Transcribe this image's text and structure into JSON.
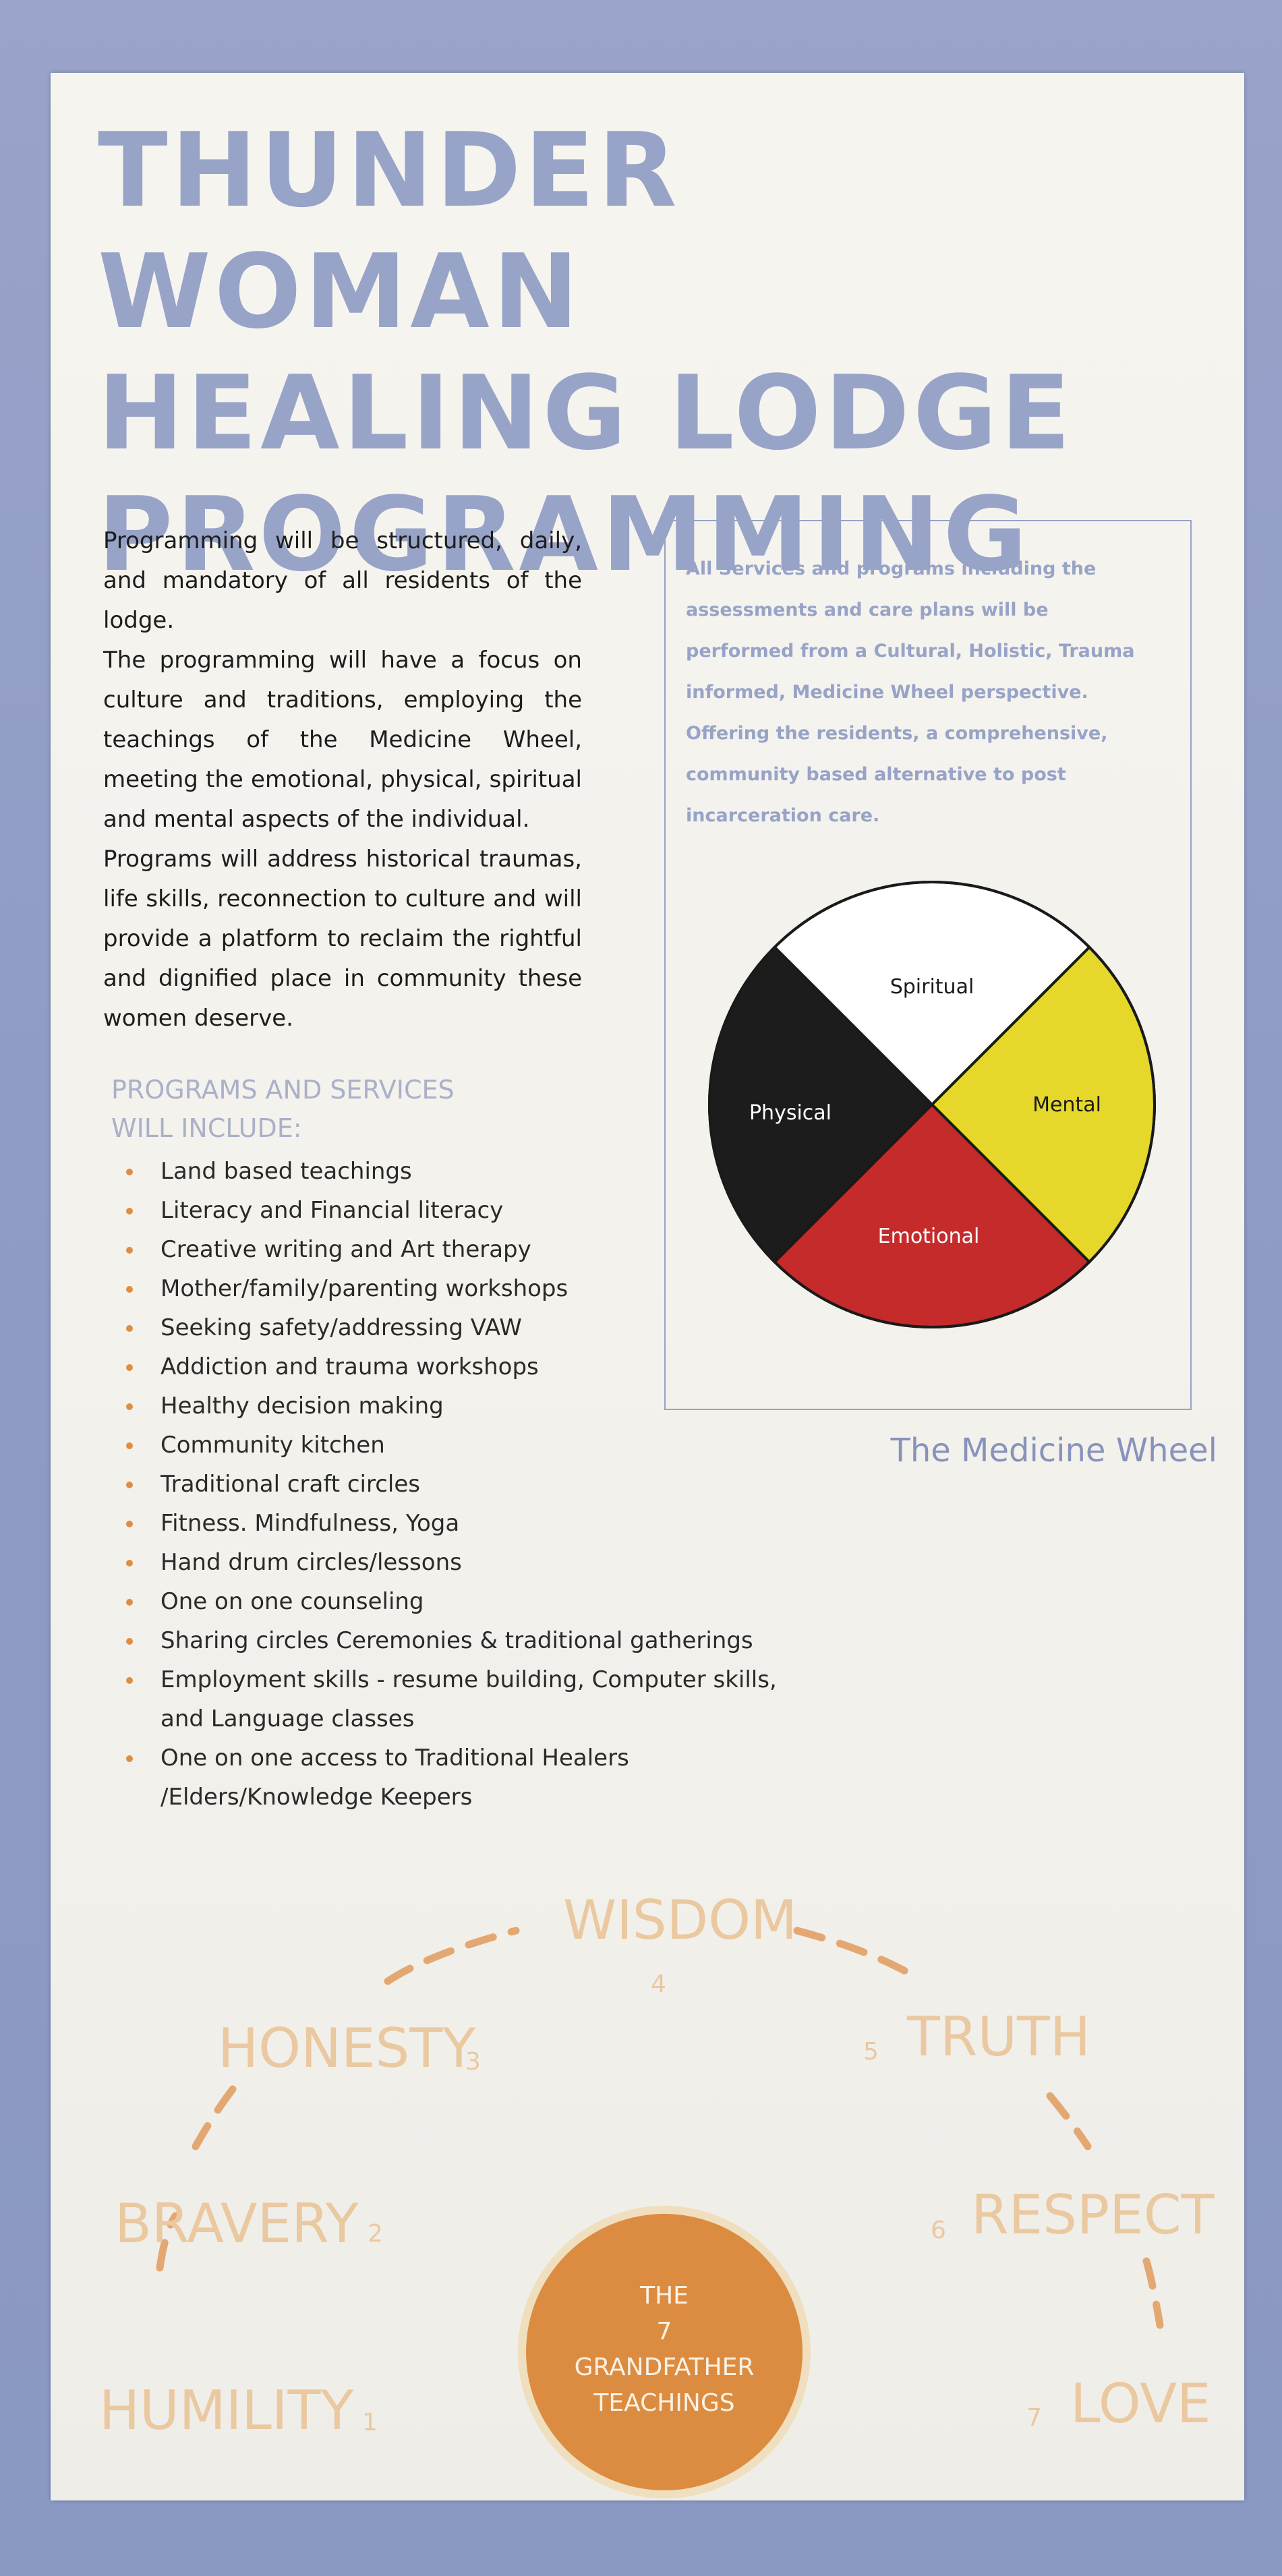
{
  "title_lines": [
    "THUNDER WOMAN",
    "HEALING LODGE",
    "PROGRAMMING"
  ],
  "intro_paragraphs": [
    "Programming will be structured, daily, and mandatory of all residents of the lodge.",
    "The programming will have a focus on culture and traditions, employing the teachings of the Medicine Wheel, meeting the emotional, physical, spiritual and mental aspects of the individual.",
    "Programs will address historical traumas, life skills, reconnection to culture and will provide a platform to reclaim the rightful and dignified place in community these women deserve."
  ],
  "infobox_text": "All Services and programs including the assessments and care plans will be performed from a Cultural, Holistic, Trauma informed, Medicine Wheel perspective. Offering the residents, a comprehensive, community based alternative to post incarceration care.",
  "wheel": {
    "caption": "The Medicine Wheel",
    "quadrants": [
      {
        "label": "Spiritual",
        "color": "#ffffff",
        "text_color": "#1a1a1a"
      },
      {
        "label": "Mental",
        "color": "#e6d82b",
        "text_color": "#1a1a1a"
      },
      {
        "label": "Emotional",
        "color": "#c52b2b",
        "text_color": "#ffffff"
      },
      {
        "label": "Physical",
        "color": "#1c1c1c",
        "text_color": "#ffffff"
      }
    ]
  },
  "programs": {
    "heading_lines": [
      "PROGRAMS AND SERVICES",
      "WILL INCLUDE:"
    ],
    "items": [
      {
        "lines": [
          "Land based teachings"
        ]
      },
      {
        "lines": [
          "Literacy and Financial literacy"
        ]
      },
      {
        "lines": [
          "Creative writing and Art therapy"
        ]
      },
      {
        "lines": [
          "Mother/family/parenting workshops"
        ]
      },
      {
        "lines": [
          "Seeking safety/addressing VAW"
        ]
      },
      {
        "lines": [
          "Addiction and trauma workshops"
        ]
      },
      {
        "lines": [
          "Healthy decision making"
        ]
      },
      {
        "lines": [
          "Community kitchen"
        ]
      },
      {
        "lines": [
          "Traditional craft circles"
        ]
      },
      {
        "lines": [
          "Fitness. Mindfulness, Yoga"
        ]
      },
      {
        "lines": [
          "Hand drum circles/lessons"
        ]
      },
      {
        "lines": [
          "One on one counseling"
        ]
      },
      {
        "lines": [
          "Sharing circles Ceremonies & traditional gatherings"
        ]
      },
      {
        "lines": [
          "Employment skills - resume building, Computer skills,",
          "and Language classes"
        ]
      },
      {
        "lines": [
          "One on one access to Traditional Healers",
          "/Elders/Knowledge Keepers"
        ]
      }
    ]
  },
  "teachings": {
    "center_lines": [
      "THE",
      "7",
      "GRANDFATHER",
      "TEACHINGS"
    ],
    "items": [
      {
        "word": "HUMILITY",
        "number": "1"
      },
      {
        "word": "BRAVERY",
        "number": "2"
      },
      {
        "word": "HONESTY",
        "number": "3"
      },
      {
        "word": "WISDOM",
        "number": "4"
      },
      {
        "word": "TRUTH",
        "number": "5"
      },
      {
        "word": "RESPECT",
        "number": "6"
      },
      {
        "word": "LOVE",
        "number": "7"
      }
    ]
  },
  "colors": {
    "title": "#97a3c7",
    "accent_orange": "#dc8c40",
    "teaching_text": "#eac8a0"
  }
}
